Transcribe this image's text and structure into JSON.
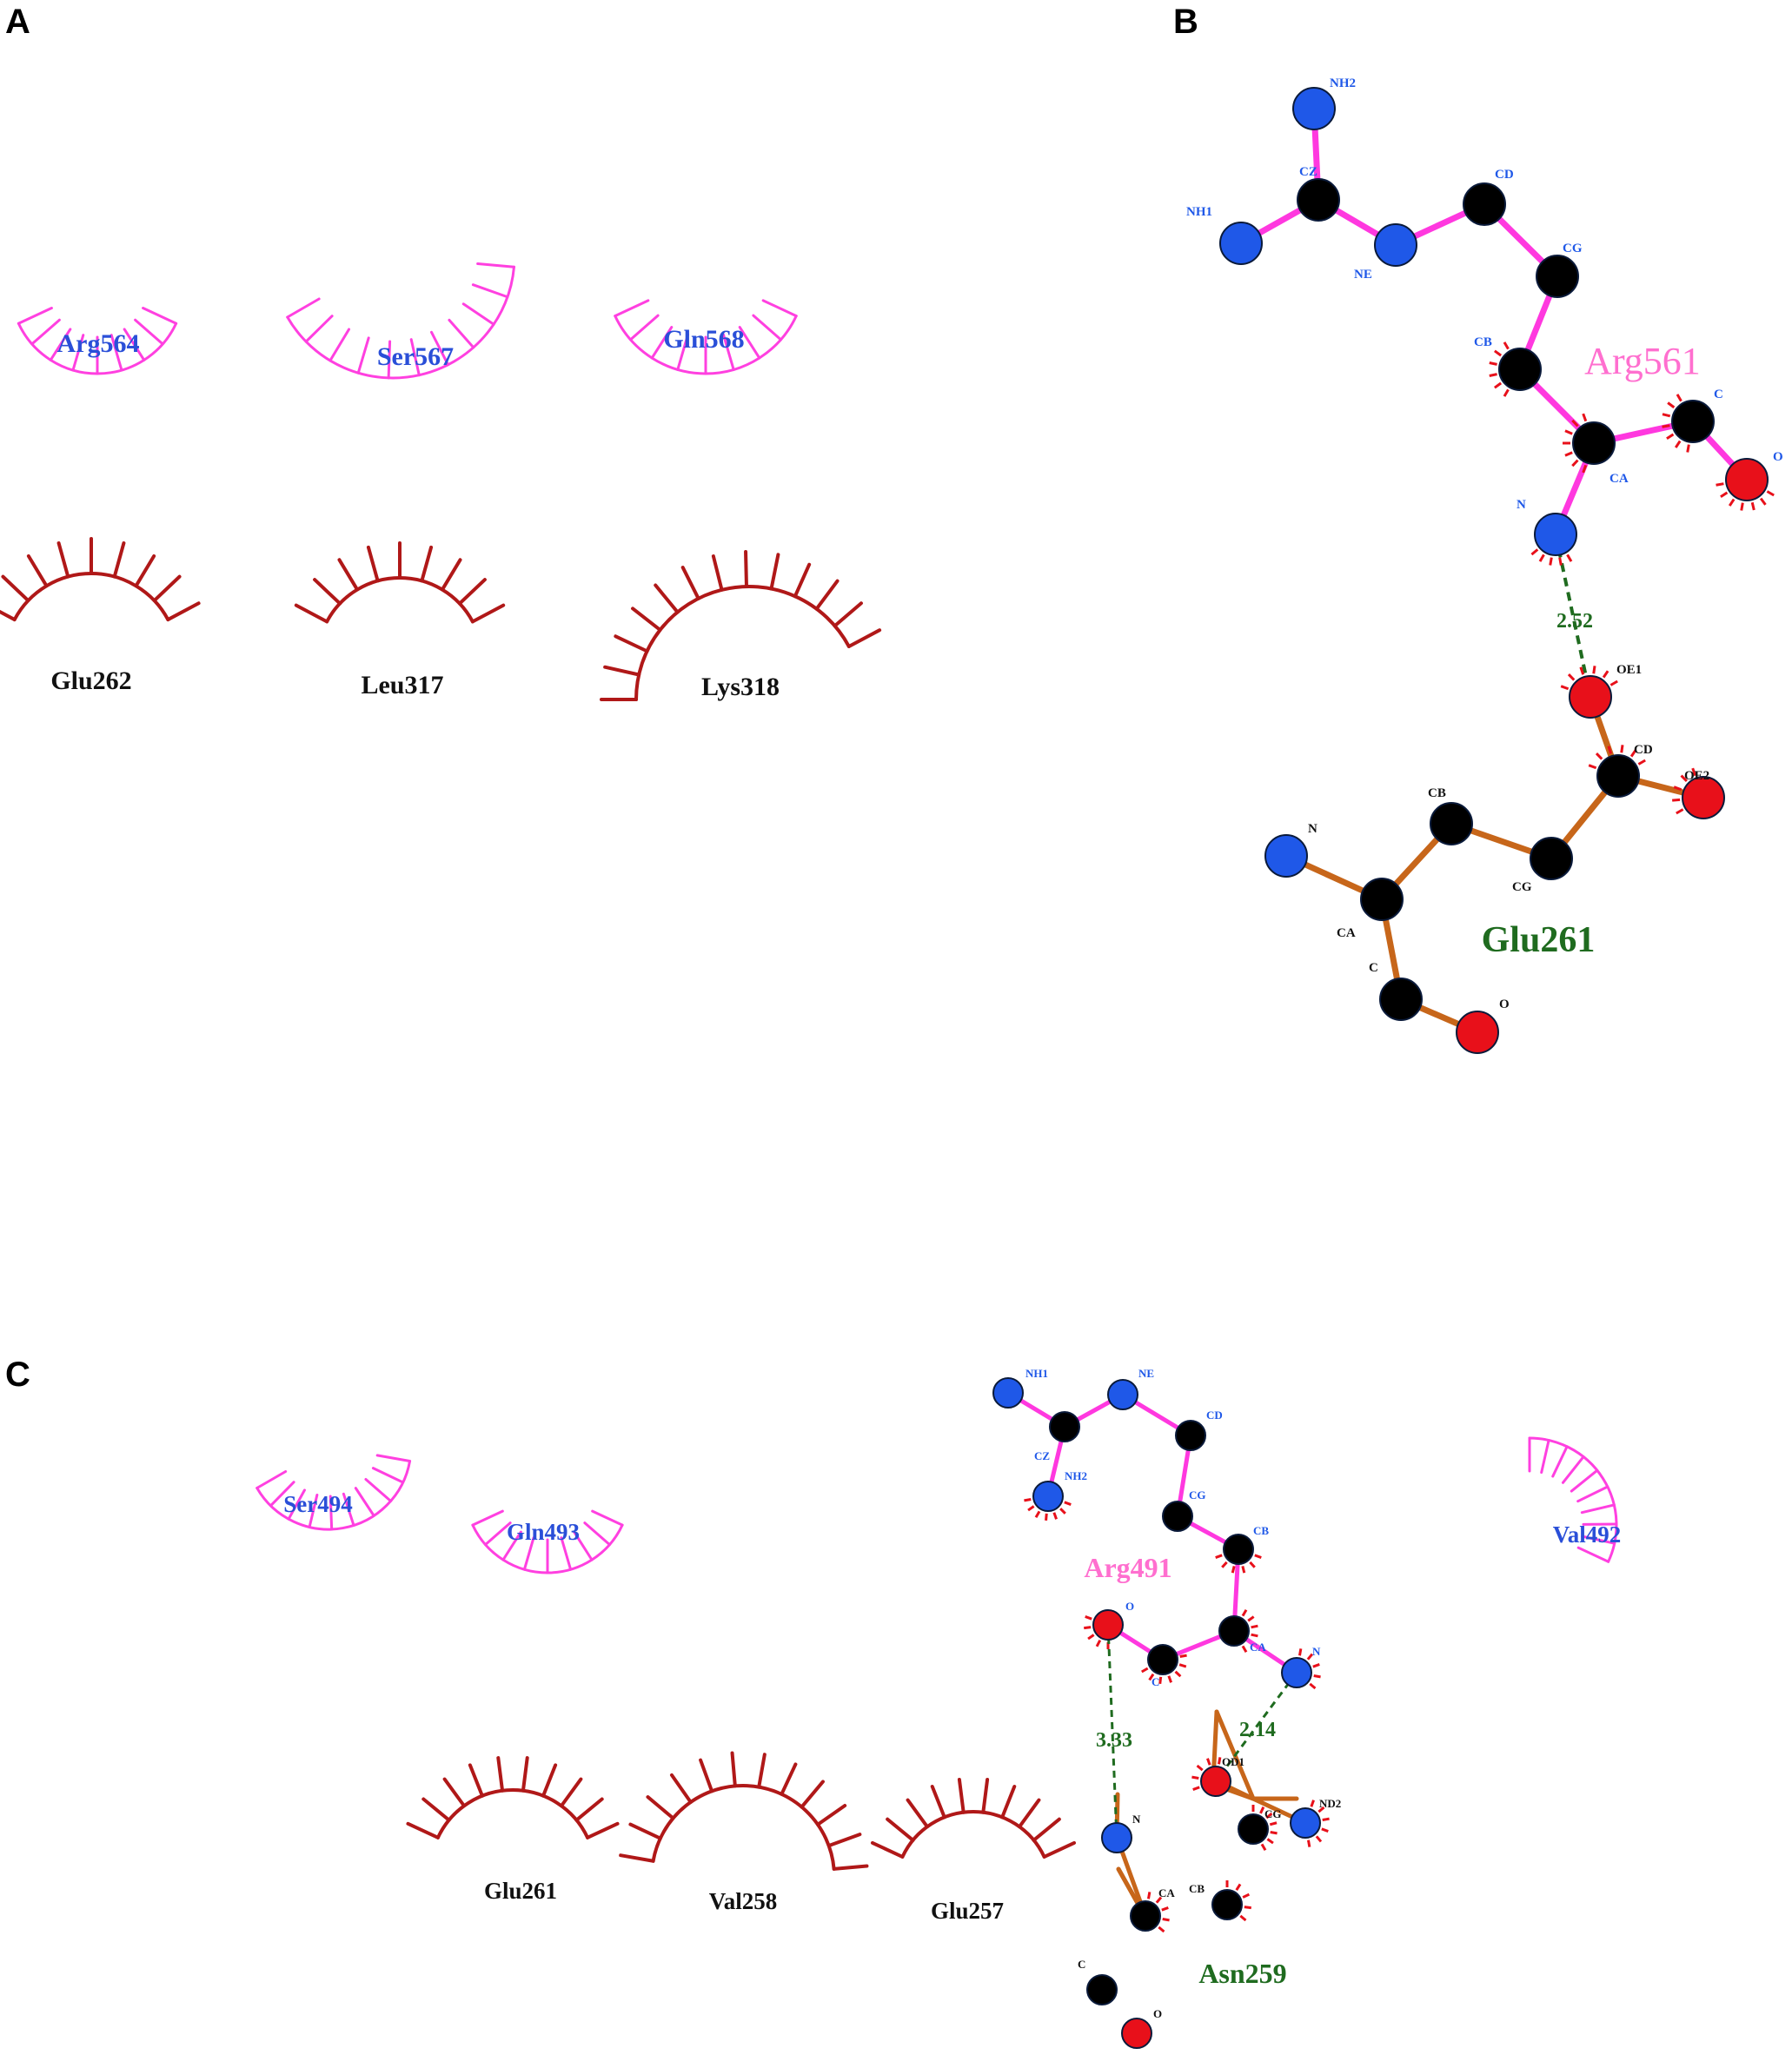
{
  "colors": {
    "ligand_bond": "#ff38df",
    "receptor_bond": "#c7661a",
    "carbon": "#000000",
    "nitrogen": "#1f58e8",
    "oxygen": "#e8101a",
    "hbond": "#1f6b1f",
    "hydrophobic_ligand": "#ff40e0",
    "hydrophobic_receptor": "#b01818",
    "label_blue": "#2a4fd8",
    "label_green": "#1f6b1f",
    "label_pink": "#ff6fcf"
  },
  "panels": {
    "A": {
      "letter": "A",
      "hydrophobic_ligand": [
        "Arg564",
        "Ser567",
        "Gln568"
      ],
      "hydrophobic_receptor": [
        "Glu262",
        "Leu317",
        "Lys318"
      ]
    },
    "B": {
      "letter": "B",
      "ligand_residue": "Arg561",
      "receptor_residue": "Glu261",
      "hbond_distance": "2.52",
      "ligand_atoms": [
        "NH2",
        "CZ",
        "NH1",
        "NE",
        "CD",
        "CG",
        "CB",
        "CA",
        "C",
        "O",
        "N"
      ],
      "receptor_atoms": [
        "OE1",
        "CD",
        "OE2",
        "CG",
        "CB",
        "N",
        "CA",
        "C",
        "O"
      ]
    },
    "C": {
      "letter": "C",
      "hydrophobic_ligand": [
        "Ser494",
        "Gln493",
        "Val492"
      ],
      "hydrophobic_receptor": [
        "Glu261",
        "Val258",
        "Glu257"
      ],
      "ligand_residue": "Arg491",
      "receptor_residue": "Asn259",
      "hbond_distances": [
        "3.33",
        "2.14"
      ],
      "ligand_atoms": [
        "NH1",
        "NE",
        "CD",
        "CZ",
        "NH2",
        "CG",
        "CB",
        "O",
        "CA",
        "C",
        "N"
      ],
      "receptor_atoms": [
        "OD1",
        "CG",
        "ND2",
        "N",
        "CA",
        "CB",
        "C",
        "O"
      ]
    }
  }
}
